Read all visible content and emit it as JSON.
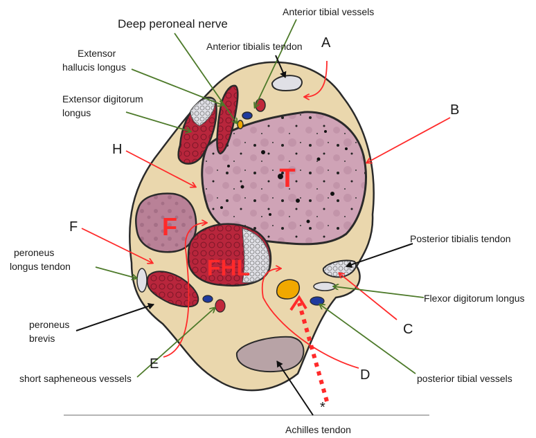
{
  "labels": {
    "anterior_tibial_vessels": "Anterior tibial  vessels",
    "deep_peroneal_nerve": "Deep peroneal nerve",
    "anterior_tibialis_tendon": "Anterior  tibialis tendon",
    "extensor_hallucis_longus_1": "Extensor",
    "extensor_hallucis_longus_2": "hallucis longus",
    "extensor_digitorum_longus_1": "Extensor digitorum",
    "extensor_digitorum_longus_2": "longus",
    "peroneus_longus_tendon_1": "peroneus",
    "peroneus_longus_tendon_2": "longus tendon",
    "peroneus_brevis_1": "peroneus",
    "peroneus_brevis_2": "brevis",
    "short_saphenous_vessels": "short sapheneous vessels",
    "achilles_tendon": "Achilles tendon",
    "posterior_tibialis_tendon": "Posterior tibialis tendon",
    "flexor_digitorum_longus": "Flexor digitorum longus",
    "posterior_tibial_vessels": "posterior tibial vessels"
  },
  "letters": {
    "A": "A",
    "B": "B",
    "C": "C",
    "D": "D",
    "E": "E",
    "F": "F",
    "H": "H",
    "star": "*"
  },
  "regions": {
    "tibia": "T",
    "fibula": "F",
    "fhl": "FHL"
  },
  "colors": {
    "skin": "#ead7ad",
    "outline": "#2a2a2a",
    "bone": "#c99aae",
    "muscle": "#b8263c",
    "red_arrow": "#ff2a2a",
    "green_arrow": "#4d7a2a",
    "black_arrow": "#111111"
  }
}
